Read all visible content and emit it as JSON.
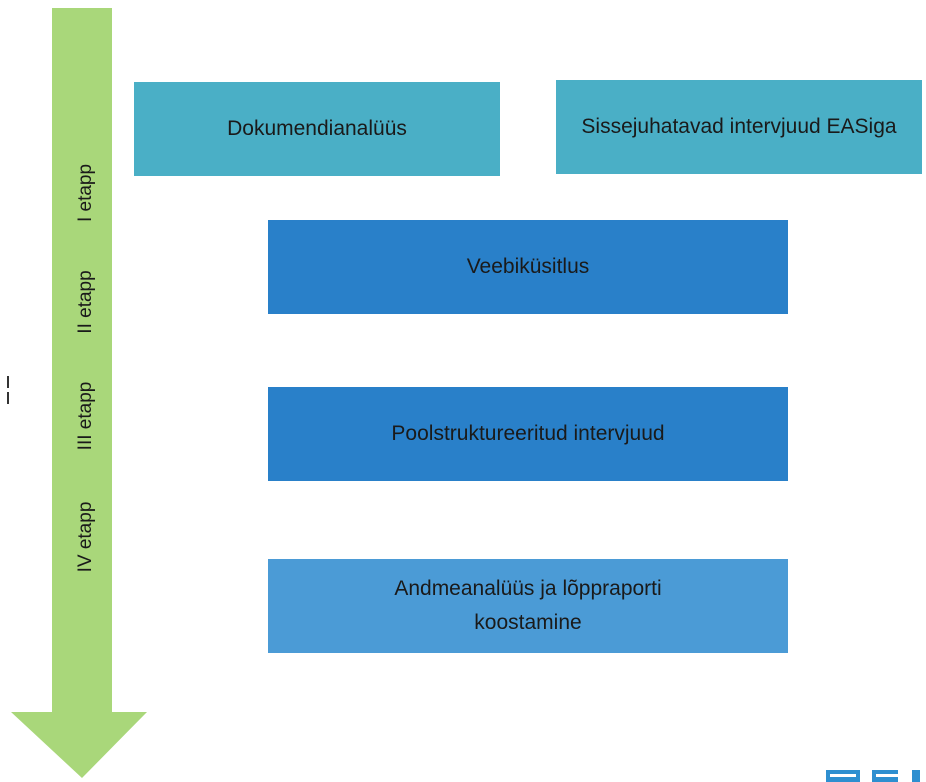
{
  "stages": [
    {
      "label": "I etapp"
    },
    {
      "label": "II etapp"
    },
    {
      "label": "III etapp"
    },
    {
      "label": "IV etapp"
    }
  ],
  "boxes": [
    {
      "label": "Dokumendianalüüs"
    },
    {
      "label": "Sissejuhatavad intervjuud EASiga"
    },
    {
      "label": "Veebiküsitlus"
    },
    {
      "label": "Poolstruktureeritud intervjuud"
    },
    {
      "label": "Andmeanalüüs ja lõppraporti koostamine"
    }
  ],
  "colors": {
    "arrow": "#a9d77a",
    "teal": "#4aafc6",
    "blue_dark": "#2980c9",
    "blue_light": "#4b9bd6",
    "logo": "#2e8fd0"
  }
}
